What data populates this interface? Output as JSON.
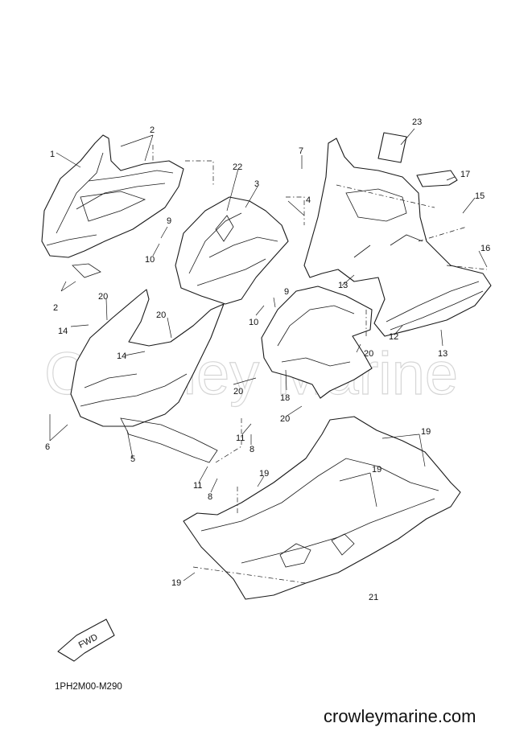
{
  "watermark": "Crowley Marine",
  "diagram_code": "1PH2M00-M290",
  "website": "crowleymarine.com",
  "fwd_label": "FWD",
  "callouts": {
    "c1": "1",
    "c2a": "2",
    "c2b": "2",
    "c3": "3",
    "c4": "4",
    "c5": "5",
    "c6": "6",
    "c7": "7",
    "c8a": "8",
    "c8b": "8",
    "c9a": "9",
    "c9b": "9",
    "c10a": "10",
    "c10b": "10",
    "c11a": "11",
    "c11b": "11",
    "c12": "12",
    "c13a": "13",
    "c13b": "13",
    "c14a": "14",
    "c14b": "14",
    "c15": "15",
    "c16": "16",
    "c17": "17",
    "c18": "18",
    "c19a": "19",
    "c19b": "19",
    "c19c": "19",
    "c19d": "19",
    "c20a": "20",
    "c20b": "20",
    "c20c": "20",
    "c20d": "20",
    "c20e": "20",
    "c21": "21",
    "c22": "22",
    "c23": "23"
  }
}
